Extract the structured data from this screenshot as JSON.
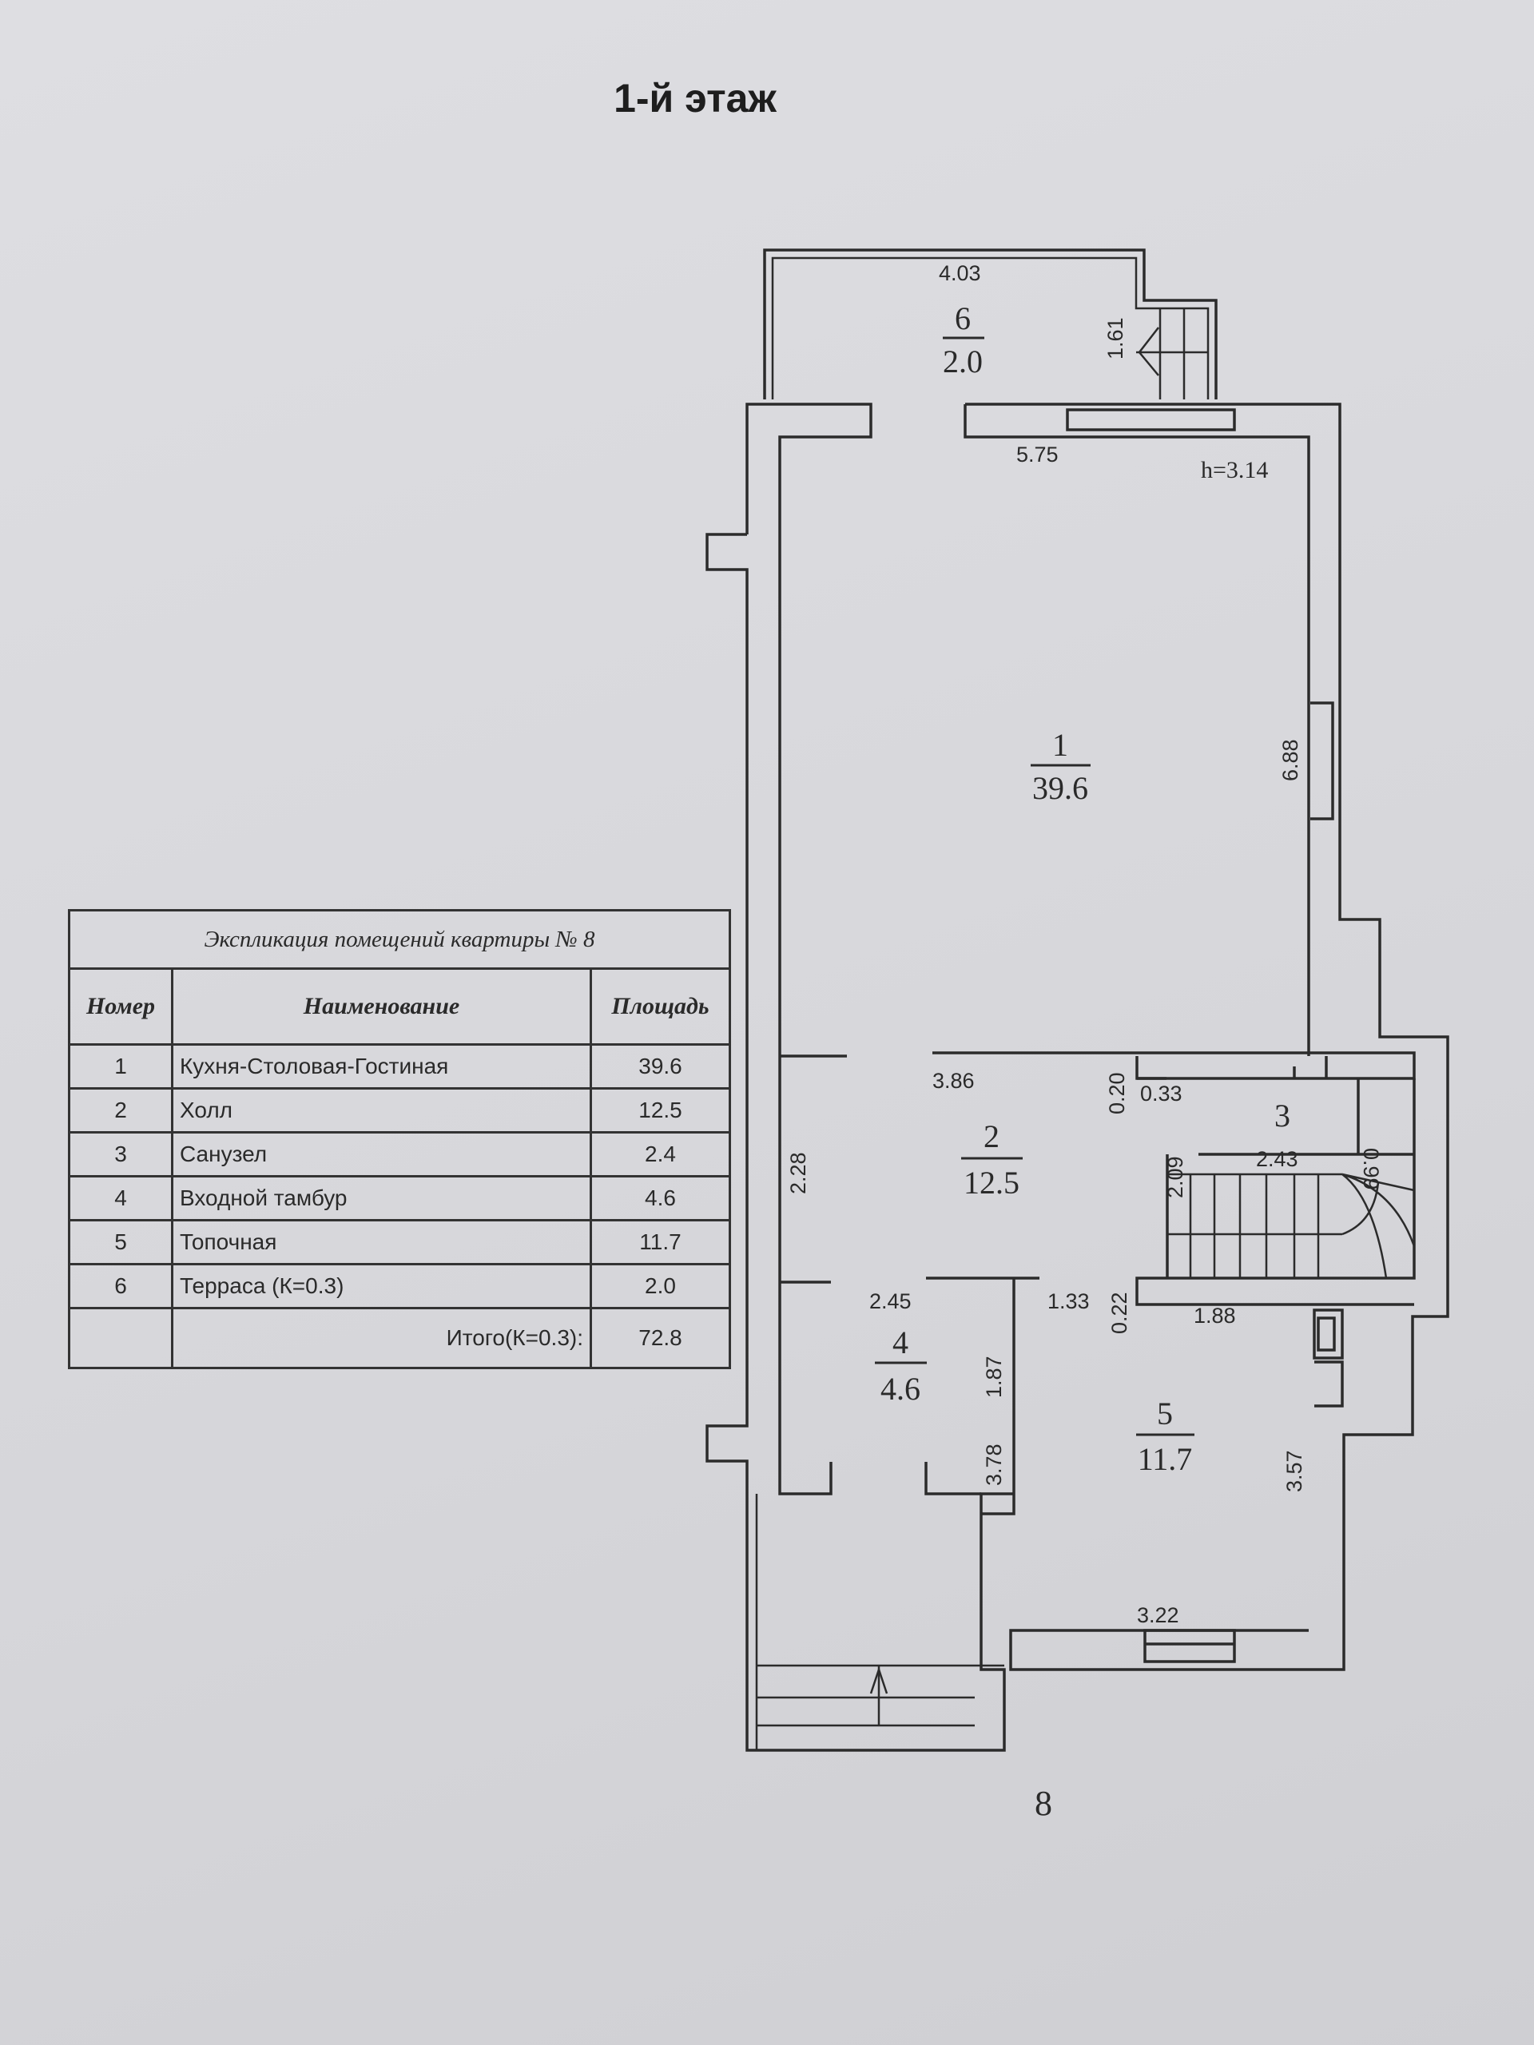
{
  "page_title": "1-й этаж",
  "page_number": "8",
  "ceiling_height": "h=3.14",
  "rooms": [
    {
      "number": "1",
      "area": "39.6"
    },
    {
      "number": "2",
      "area": "12.5"
    },
    {
      "number": "3"
    },
    {
      "number": "4",
      "area": "4.6"
    },
    {
      "number": "5",
      "area": "11.7"
    },
    {
      "number": "6",
      "area": "2.0"
    }
  ],
  "dimensions": {
    "terrace_width": "4.03",
    "terrace_stair": "1.61",
    "room1_width": "5.75",
    "room1_length": "6.88",
    "hall_partition": "3.86",
    "wall_020": "0.20",
    "wall_033": "0.33",
    "bath_099": "0.99",
    "hall_228": "2.28",
    "stair_209": "2.09",
    "bath_243": "2.43",
    "vest_245": "2.45",
    "hall_133": "1.33",
    "wall_022": "0.22",
    "stair_188": "1.88",
    "vest_187": "1.87",
    "vest_378": "3.78",
    "furnace_357": "3.57",
    "furnace_322": "3.22"
  },
  "explication": {
    "title": "Экспликация помещений квартиры №  8",
    "headers": {
      "number": "Номер",
      "name": "Наименование",
      "area": "Площадь"
    },
    "rows": [
      {
        "number": "1",
        "name": "Кухня-Столовая-Гостиная",
        "area": "39.6"
      },
      {
        "number": "2",
        "name": "Холл",
        "area": "12.5"
      },
      {
        "number": "3",
        "name": "Санузел",
        "area": "2.4"
      },
      {
        "number": "4",
        "name": "Входной тамбур",
        "area": "4.6"
      },
      {
        "number": "5",
        "name": "Топочная",
        "area": "11.7"
      },
      {
        "number": "6",
        "name": "Терраса (К=0.3)",
        "area": "2.0"
      }
    ],
    "total_label": "Итого(К=0.3):",
    "total_area": "72.8"
  }
}
